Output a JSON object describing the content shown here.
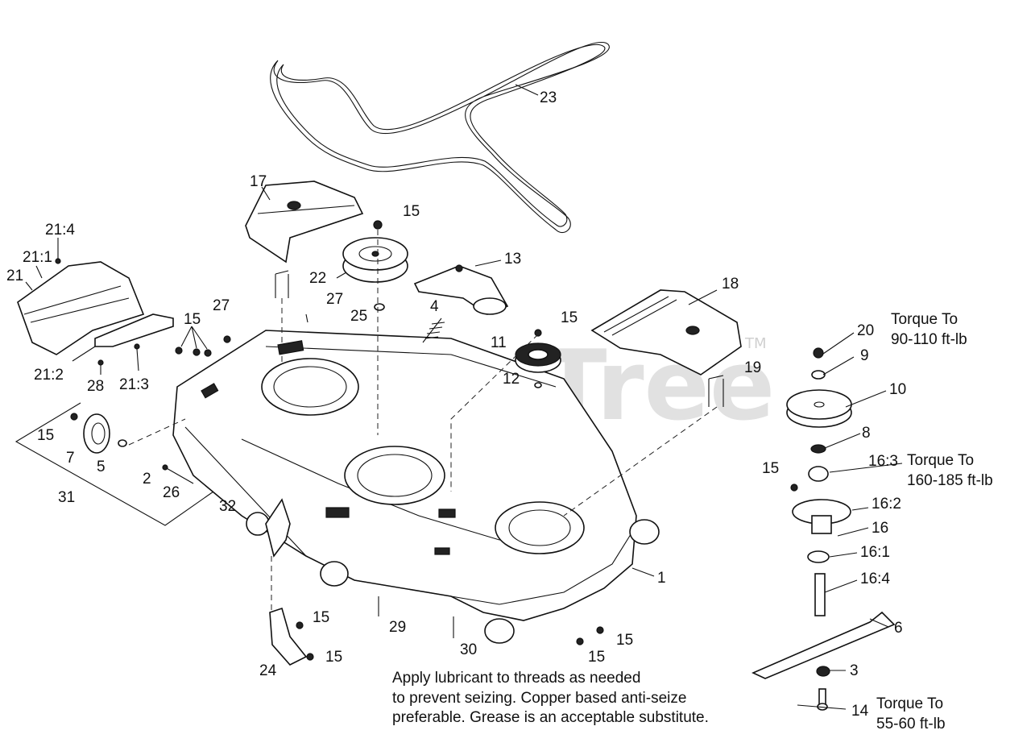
{
  "watermark": {
    "text": "PartsTree",
    "mark": "TM"
  },
  "callouts": [
    {
      "id": "c23",
      "text": "23"
    },
    {
      "id": "c17",
      "text": "17"
    },
    {
      "id": "c15a",
      "text": "15"
    },
    {
      "id": "c13",
      "text": "13"
    },
    {
      "id": "c22",
      "text": "22"
    },
    {
      "id": "c4",
      "text": "4"
    },
    {
      "id": "c25",
      "text": "25"
    },
    {
      "id": "c27a",
      "text": "27"
    },
    {
      "id": "c27b",
      "text": "27"
    },
    {
      "id": "c18",
      "text": "18"
    },
    {
      "id": "c15b",
      "text": "15"
    },
    {
      "id": "c11",
      "text": "11"
    },
    {
      "id": "c12",
      "text": "12"
    },
    {
      "id": "c19",
      "text": "19"
    },
    {
      "id": "c21_4",
      "text": "21:4"
    },
    {
      "id": "c21_1",
      "text": "21:1"
    },
    {
      "id": "c21",
      "text": "21"
    },
    {
      "id": "c15c",
      "text": "15"
    },
    {
      "id": "c21_2",
      "text": "21:2"
    },
    {
      "id": "c28",
      "text": "28"
    },
    {
      "id": "c21_3",
      "text": "21:3"
    },
    {
      "id": "c15d",
      "text": "15"
    },
    {
      "id": "c7",
      "text": "7"
    },
    {
      "id": "c5",
      "text": "5"
    },
    {
      "id": "c2",
      "text": "2"
    },
    {
      "id": "c26",
      "text": "26"
    },
    {
      "id": "c31",
      "text": "31"
    },
    {
      "id": "c32",
      "text": "32"
    },
    {
      "id": "c1",
      "text": "1"
    },
    {
      "id": "c15e",
      "text": "15"
    },
    {
      "id": "c15f",
      "text": "15"
    },
    {
      "id": "c24",
      "text": "24"
    },
    {
      "id": "c29",
      "text": "29"
    },
    {
      "id": "c30",
      "text": "30"
    },
    {
      "id": "c15g",
      "text": "15"
    },
    {
      "id": "c15h",
      "text": "15"
    },
    {
      "id": "c20",
      "text": "20"
    },
    {
      "id": "c9",
      "text": "9"
    },
    {
      "id": "c10",
      "text": "10"
    },
    {
      "id": "c8",
      "text": "8"
    },
    {
      "id": "c16_3",
      "text": "16:3"
    },
    {
      "id": "c15i",
      "text": "15"
    },
    {
      "id": "c16_2",
      "text": "16:2"
    },
    {
      "id": "c16",
      "text": "16"
    },
    {
      "id": "c16_1",
      "text": "16:1"
    },
    {
      "id": "c16_4",
      "text": "16:4"
    },
    {
      "id": "c6",
      "text": "6"
    },
    {
      "id": "c3",
      "text": "3"
    },
    {
      "id": "c14",
      "text": "14"
    }
  ],
  "torque_notes": {
    "top": [
      "Torque To",
      "90-110 ft-lb"
    ],
    "middle": [
      "Torque To",
      "160-185 ft-lb"
    ],
    "bottom": [
      "Torque To",
      "55-60 ft-lb"
    ]
  },
  "lubricant_note": [
    "Apply lubricant to threads as needed",
    "to prevent seizing. Copper based anti-seize",
    "preferable. Grease is an acceptable substitute."
  ]
}
